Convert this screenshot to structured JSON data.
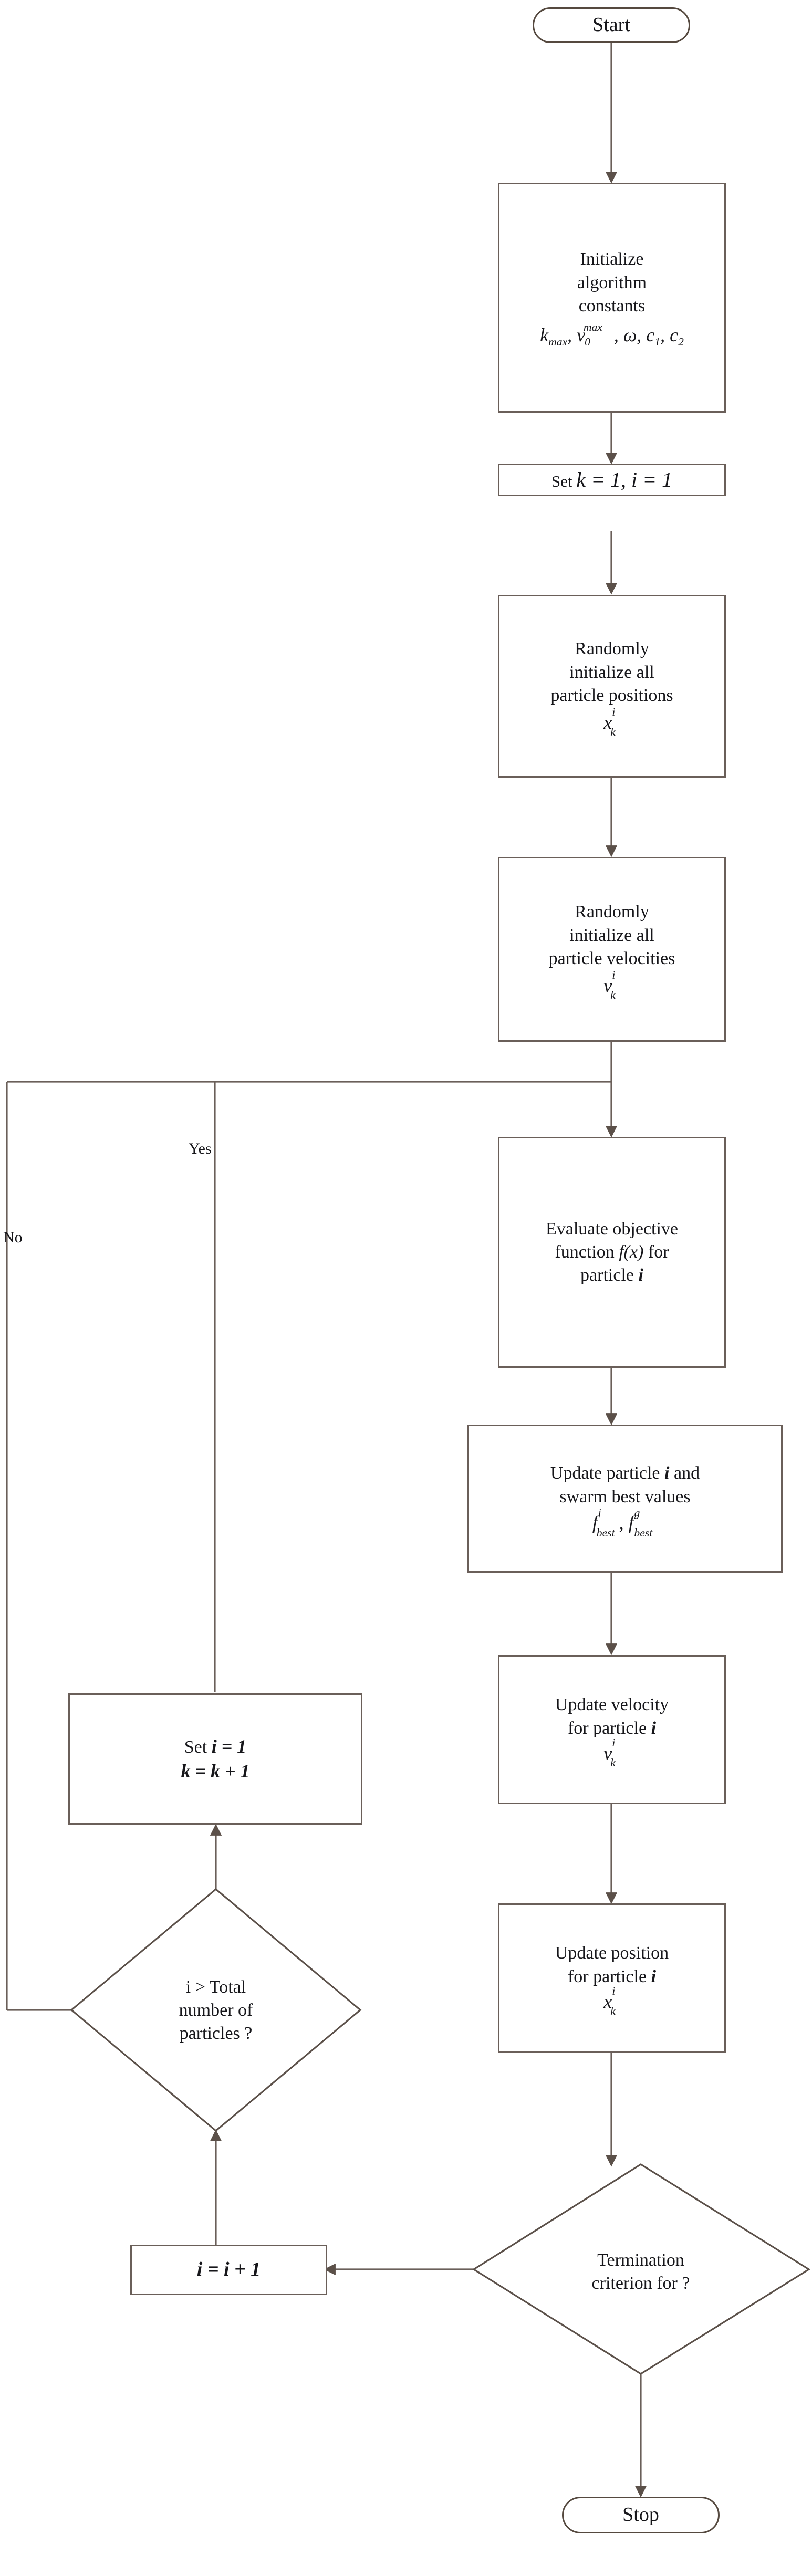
{
  "diagram": {
    "title": "Particle Swarm Optimization algorithm flowchart",
    "type": "flowchart",
    "stroke_color": "#6a5f59",
    "node_fill": "#ffffff",
    "text_color": "#16161a"
  },
  "nodes": {
    "start": {
      "label": "Start",
      "shape": "terminator"
    },
    "init_constants": {
      "line1": "Initialize",
      "line2": "algorithm",
      "line3": "constants",
      "formula_plain": "k_max, v_0^max, ω, c_1, c_2",
      "shape": "process"
    },
    "set_k_i": {
      "prefix": "Set ",
      "formula_plain": "k = 1, i = 1",
      "shape": "process"
    },
    "init_positions": {
      "line1": "Randomly",
      "line2": "initialize all",
      "line3": "particle positions",
      "formula_plain": "x_k^i",
      "shape": "process"
    },
    "init_velocities": {
      "line1": "Randomly",
      "line2": "initialize all",
      "line3": "particle velocities",
      "formula_plain": "v_k^i",
      "shape": "process"
    },
    "evaluate": {
      "line1": "Evaluate objective",
      "line2_a": "function ",
      "line2_formula": "f(x)",
      "line2_b": " for",
      "line3_a": "particle ",
      "line3_var": "i",
      "shape": "process"
    },
    "update_best": {
      "line1_a": "Update particle ",
      "line1_var": "i",
      "line1_b": " and",
      "line2": "swarm best values",
      "formula_plain": "f_best^i, f_best^g",
      "shape": "process"
    },
    "update_velocity": {
      "line1": "Update velocity",
      "line2_a": "for particle ",
      "line2_var": "i",
      "formula_plain": "v_k^i",
      "shape": "process"
    },
    "update_position": {
      "line1": "Update position",
      "line2_a": "for particle ",
      "line2_var": "i",
      "formula_plain": "x_k^i",
      "shape": "process"
    },
    "set_i_k": {
      "line1_prefix": "Set ",
      "line1_formula": "i = 1",
      "line2_formula": "k = k + 1",
      "shape": "process"
    },
    "decision_particles": {
      "line1": "i > Total",
      "line2": "number of",
      "line3": "particles ?",
      "shape": "decision"
    },
    "increment_i": {
      "formula_plain": "i = i + 1",
      "shape": "process"
    },
    "decision_termination": {
      "line1": "Termination",
      "line2": "criterion for ?",
      "shape": "decision"
    },
    "stop": {
      "label": "Stop",
      "shape": "terminator"
    }
  },
  "edge_labels": {
    "yes": "Yes",
    "no": "No"
  },
  "flow": [
    {
      "from": "start",
      "to": "init_constants",
      "label": ""
    },
    {
      "from": "init_constants",
      "to": "set_k_i",
      "label": ""
    },
    {
      "from": "set_k_i",
      "to": "init_positions",
      "label": ""
    },
    {
      "from": "init_positions",
      "to": "init_velocities",
      "label": ""
    },
    {
      "from": "init_velocities",
      "to": "evaluate",
      "label": ""
    },
    {
      "from": "evaluate",
      "to": "update_best",
      "label": ""
    },
    {
      "from": "update_best",
      "to": "update_velocity",
      "label": ""
    },
    {
      "from": "update_velocity",
      "to": "update_position",
      "label": ""
    },
    {
      "from": "update_position",
      "to": "decision_termination",
      "label": ""
    },
    {
      "from": "decision_termination",
      "to": "increment_i",
      "label": ""
    },
    {
      "from": "increment_i",
      "to": "decision_particles",
      "label": ""
    },
    {
      "from": "decision_particles",
      "to": "set_i_k",
      "label": "Yes"
    },
    {
      "from": "set_i_k",
      "to": "evaluate",
      "label": "Yes"
    },
    {
      "from": "decision_particles",
      "to": "evaluate",
      "label": "No"
    },
    {
      "from": "decision_termination",
      "to": "stop",
      "label": ""
    }
  ]
}
